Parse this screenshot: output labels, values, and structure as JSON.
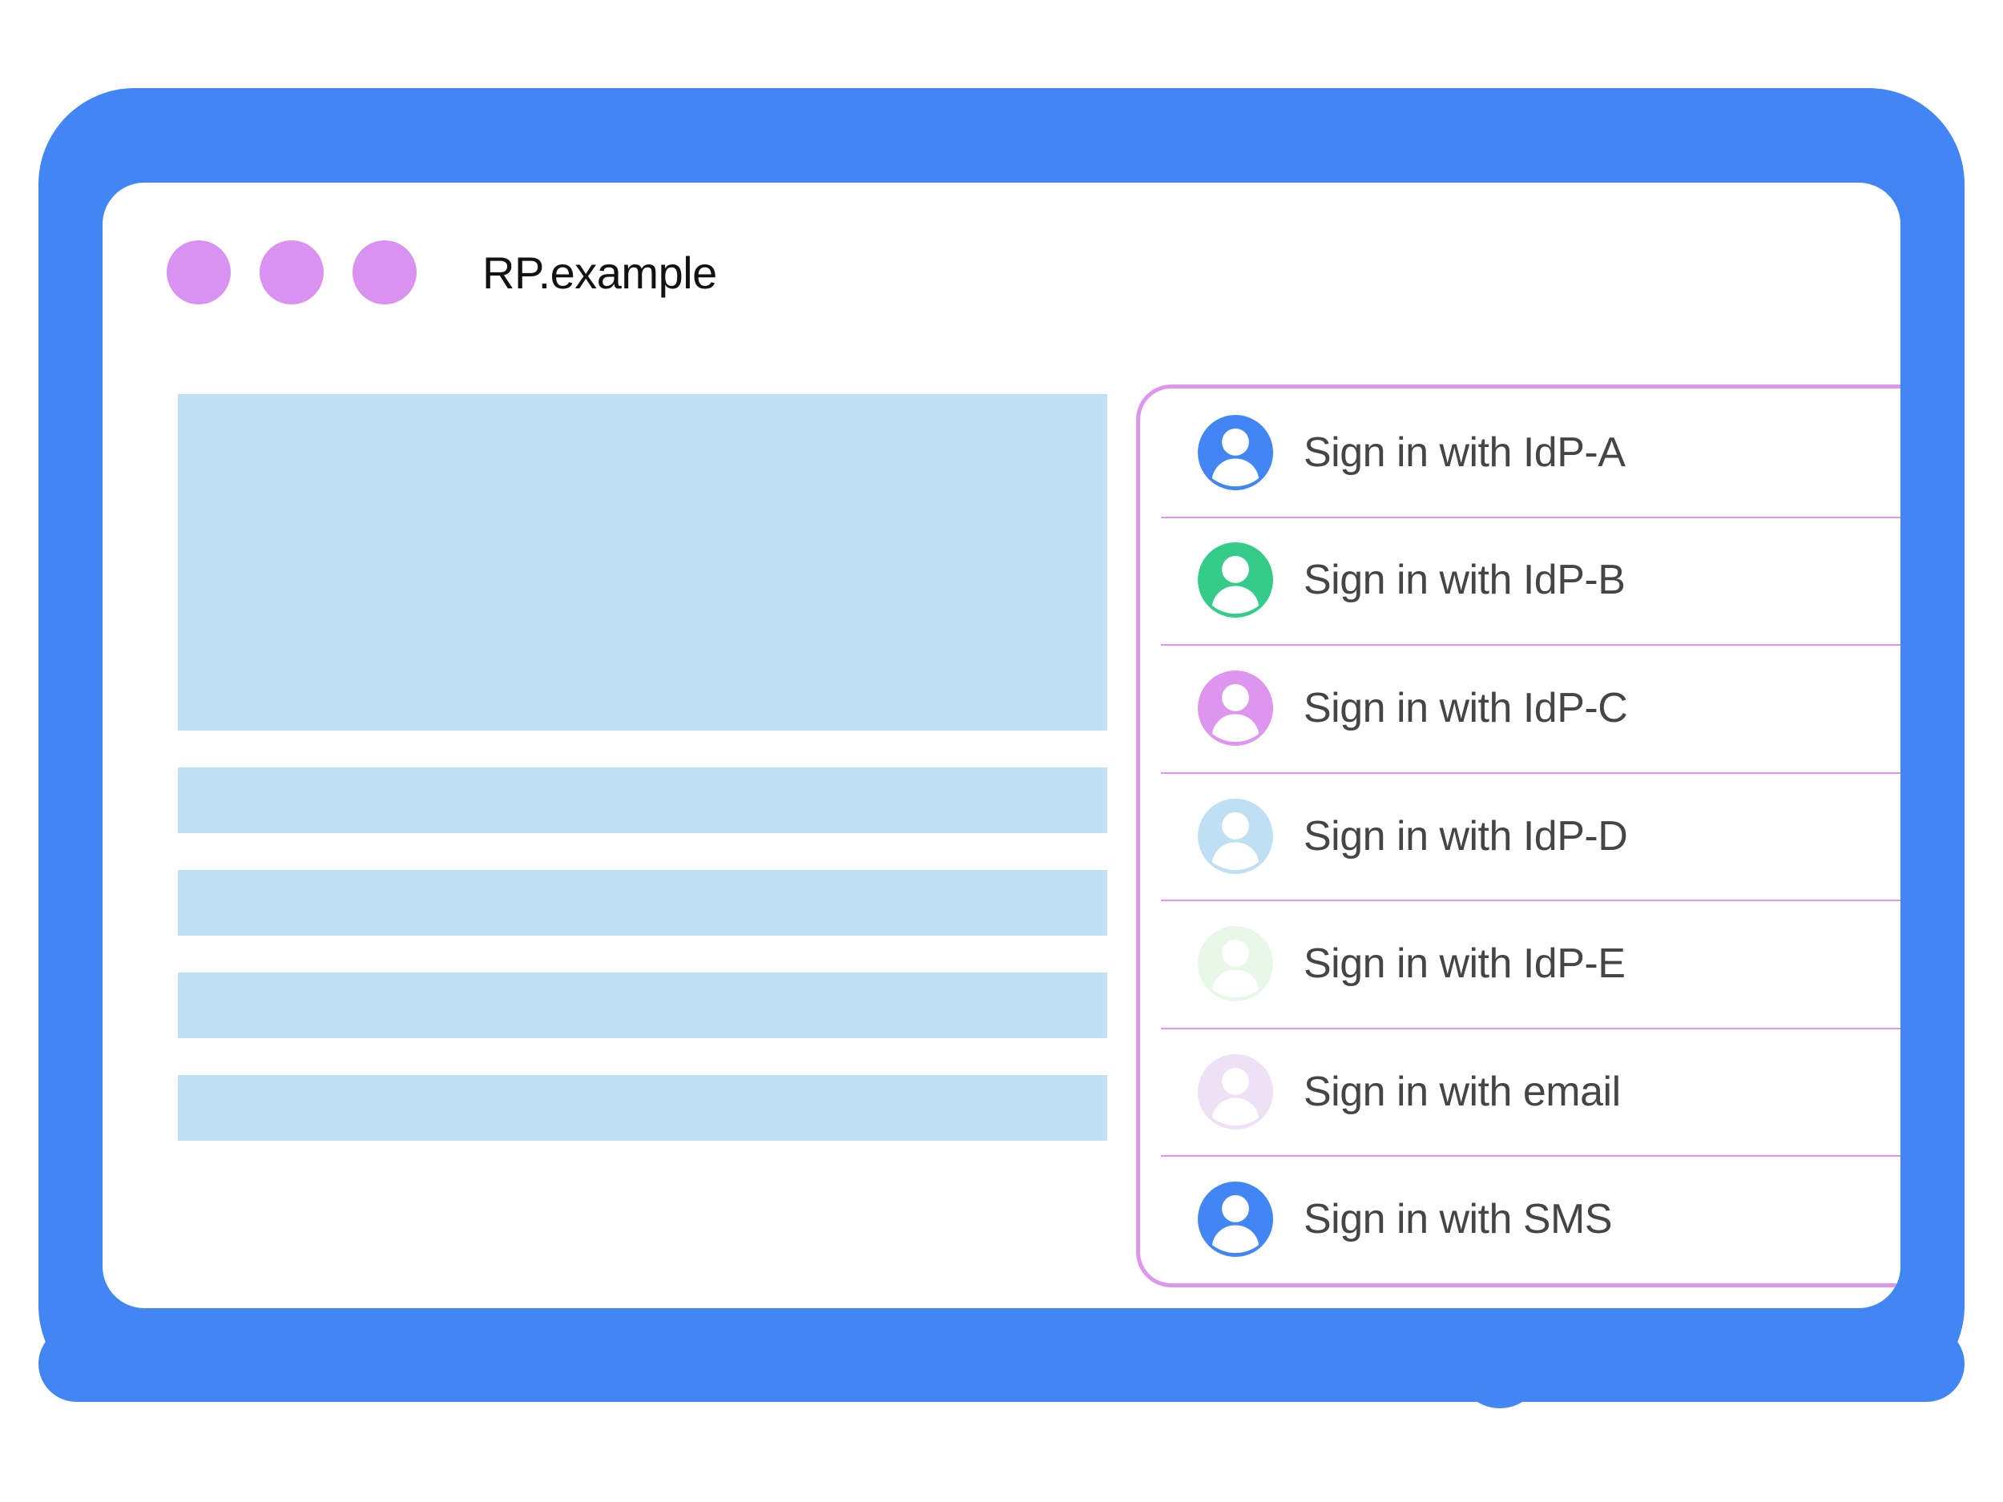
{
  "browser": {
    "title": "RP.example",
    "dots": [
      "window-dot-1",
      "window-dot-2",
      "window-dot-3"
    ],
    "dot_color": "#da92f0"
  },
  "frame": {
    "color": "#4285f4",
    "home_button": "home-button"
  },
  "content_placeholders": [
    {
      "name": "hero-block",
      "kind": "hero"
    },
    {
      "name": "text-block-1",
      "kind": "bar"
    },
    {
      "name": "text-block-2",
      "kind": "bar"
    },
    {
      "name": "text-block-3",
      "kind": "bar"
    },
    {
      "name": "text-block-4",
      "kind": "bar"
    }
  ],
  "placeholder_color": "#bfe0f5",
  "chooser": {
    "border_color": "#dd95ee",
    "divider_color": "#dd95ee",
    "label_color": "#454545",
    "items": [
      {
        "label": "Sign in with IdP-A",
        "icon": "account-avatar-icon",
        "avatar_color": "#4285f4"
      },
      {
        "label": "Sign in with IdP-B",
        "icon": "account-avatar-icon",
        "avatar_color": "#34cc88"
      },
      {
        "label": "Sign in with IdP-C",
        "icon": "account-avatar-icon",
        "avatar_color": "#dd95ee"
      },
      {
        "label": "Sign in with IdP-D",
        "icon": "account-avatar-icon",
        "avatar_color": "#bfdff5"
      },
      {
        "label": "Sign in with IdP-E",
        "icon": "account-avatar-icon",
        "avatar_color": "#e8f8e8"
      },
      {
        "label": "Sign in with email",
        "icon": "account-avatar-icon",
        "avatar_color": "#eee0f5"
      },
      {
        "label": "Sign in with SMS",
        "icon": "account-avatar-icon",
        "avatar_color": "#4285f4"
      }
    ]
  }
}
